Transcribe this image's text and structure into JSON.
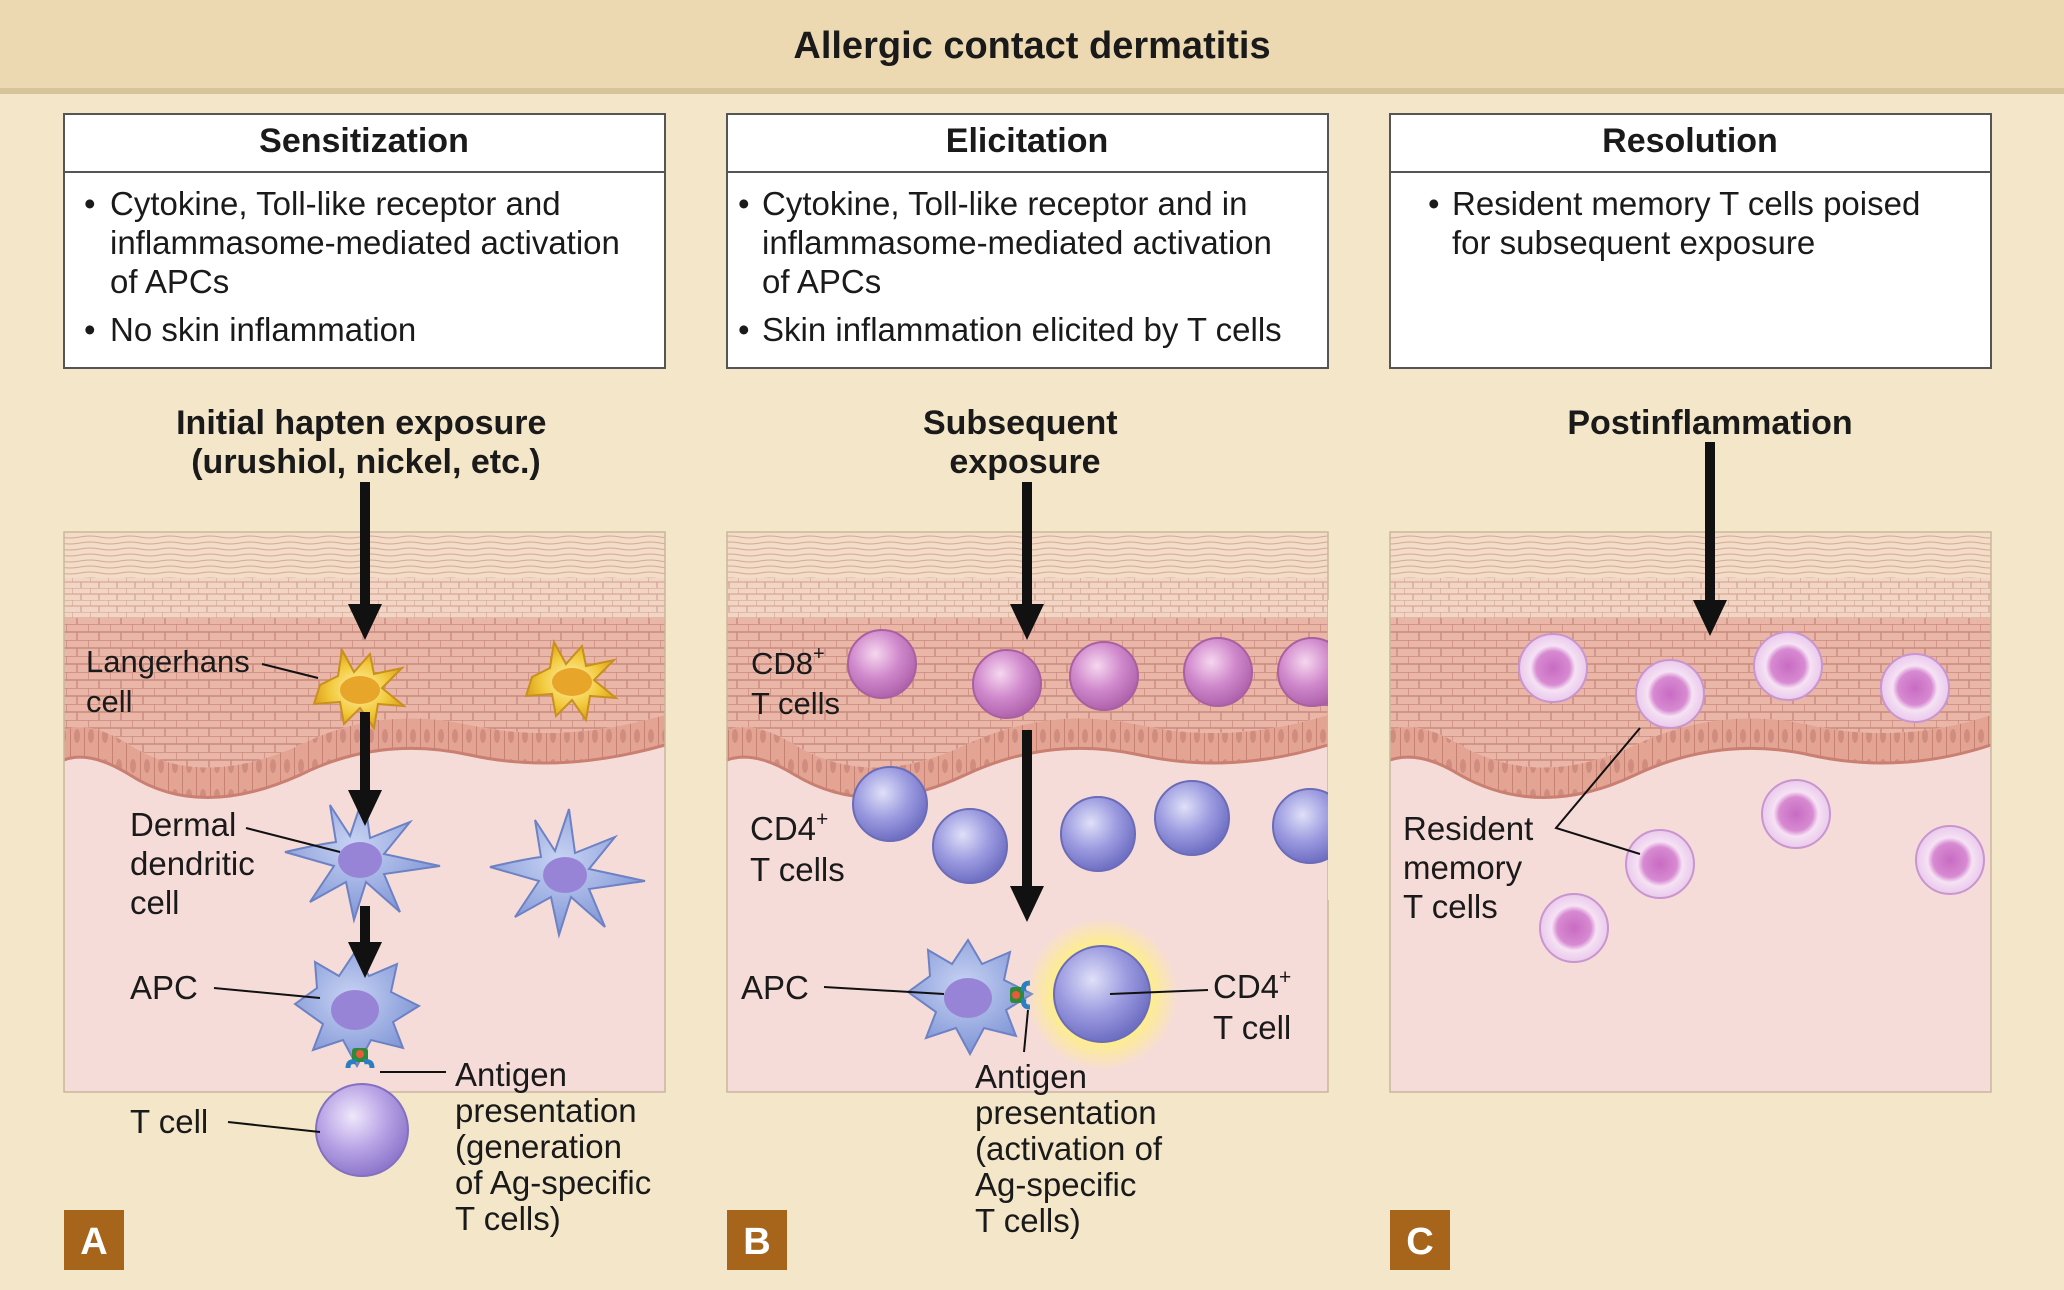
{
  "title": "Allergic contact dermatitis",
  "colors": {
    "background": "#f3e6c9",
    "header_band": "#ecdab2",
    "skin_pink": "#f6dcd8",
    "epidermis": "#eab9ab",
    "stratum_corneum": "#f2d7c4",
    "langerhans": "#f0c63a",
    "dendritic": "#8ea3de",
    "tcell": "#bca6e8",
    "memory_tcell": "#e7c4ee",
    "panel_letter_bg": "#a7651b",
    "arrow": "#111111"
  },
  "panels": [
    {
      "id": "sensitization",
      "header": "Sensitization",
      "bullets": [
        "Cytokine, Toll-like receptor and",
        "inflammasome-mediated activation",
        "of APCs",
        "No skin inflammation"
      ],
      "stimulus": [
        "Initial hapten exposure",
        "(urushiol, nickel, etc.)"
      ],
      "labels": {
        "langerhans": [
          "Langerhans",
          "cell"
        ],
        "dermal_dc": [
          "Dermal",
          "dendritic",
          "cell"
        ],
        "apc": "APC",
        "tcell": "T cell",
        "antigen": [
          "Antigen",
          "presentation",
          "(generation",
          "of Ag-specific",
          "T cells)"
        ]
      },
      "letter": "A"
    },
    {
      "id": "elicitation",
      "header": "Elicitation",
      "bullets": [
        "Cytokine, Toll-like receptor and in",
        "inflammasome-mediated activation",
        "of APCs",
        "Skin inflammation elicited by T cells"
      ],
      "stimulus": [
        "Subsequent",
        "exposure"
      ],
      "labels": {
        "cd8_main": "CD8",
        "cd8_sup": "+",
        "cd8_sub": "T cells",
        "cd4_main": "CD4",
        "cd4_sup": "+",
        "cd4_sub": "T cells",
        "apc": "APC",
        "cd4_cell_main": "CD4",
        "cd4_cell_sup": "+",
        "cd4_cell_sub": "T cell",
        "antigen": [
          "Antigen",
          "presentation",
          "(activation of",
          "Ag-specific",
          "T cells)"
        ]
      },
      "letter": "B"
    },
    {
      "id": "resolution",
      "header": "Resolution",
      "bullets": [
        "Resident memory T cells poised",
        "for subsequent exposure"
      ],
      "stimulus": [
        "Postinflammation"
      ],
      "labels": {
        "resident": [
          "Resident",
          "memory",
          "T cells"
        ]
      },
      "letter": "C"
    }
  ]
}
